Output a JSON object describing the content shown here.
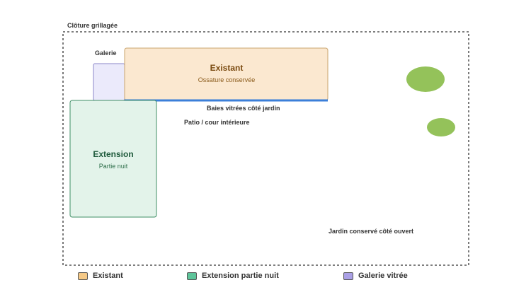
{
  "diagram": {
    "fence_label": "Clôture grillagée",
    "gallery_label": "Galerie",
    "existing": {
      "title": "Existant",
      "subtitle": "Ossature conservée"
    },
    "bay_label": "Baies vitrées côté jardin",
    "patio_label": "Patio / cour intérieure",
    "extension": {
      "title": "Extension",
      "subtitle": "Partie nuit"
    },
    "garden_label": "Jardin conservé côté ouvert"
  },
  "legend": [
    {
      "label": "Existant",
      "color": "#f5c987"
    },
    {
      "label": "Extension partie nuit",
      "color": "#5ec49a"
    },
    {
      "label": "Galerie vitrée",
      "color": "#aaa0e6"
    }
  ],
  "colors": {
    "existing_fill": "#fbe8d0",
    "existing_stroke": "#c9a46e",
    "existing_title": "#7a4a10",
    "existing_subtitle": "#8a5a1a",
    "extension_fill": "#e3f3ea",
    "extension_stroke": "#3f8f66",
    "extension_title": "#1f5a3c",
    "extension_subtitle": "#2e6e4a",
    "gallery_fill": "#ebeafb",
    "gallery_stroke": "#8b86c8",
    "bay_line": "#3b7fd9",
    "tree": "#94c25a",
    "fence": "#333333"
  }
}
